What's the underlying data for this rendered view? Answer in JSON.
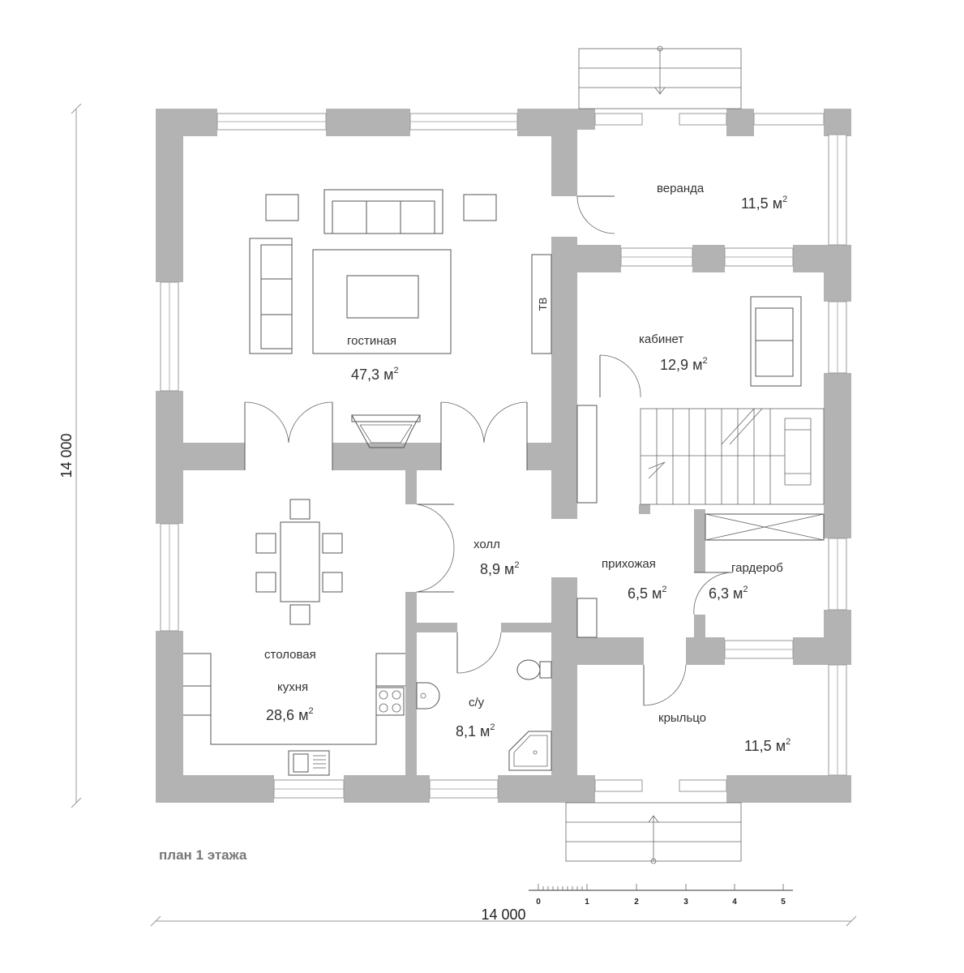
{
  "plan": {
    "title": "план 1 этажа",
    "width_dim": "14 000",
    "height_dim": "14 000",
    "tv_label": "ТВ",
    "area_unit": "м",
    "area_sup": "2"
  },
  "rooms": [
    {
      "id": "living",
      "name": "гостиная",
      "area": "47,3"
    },
    {
      "id": "veranda",
      "name": "веранда",
      "area": "11,5"
    },
    {
      "id": "study",
      "name": "кабинет",
      "area": "12,9"
    },
    {
      "id": "hall",
      "name": "холл",
      "area": "8,9"
    },
    {
      "id": "entry",
      "name": "прихожая",
      "area": "6,5"
    },
    {
      "id": "wardrobe",
      "name": "гардероб",
      "area": "6,3"
    },
    {
      "id": "dining",
      "name": "столовая"
    },
    {
      "id": "kitchen",
      "name": "кухня",
      "area": "28,6"
    },
    {
      "id": "wc",
      "name": "с/у",
      "area": "8,1"
    },
    {
      "id": "porch",
      "name": "крыльцо",
      "area": "11,5"
    }
  ],
  "scale": {
    "ticks": [
      "0",
      "1",
      "2",
      "3",
      "4",
      "5"
    ]
  }
}
